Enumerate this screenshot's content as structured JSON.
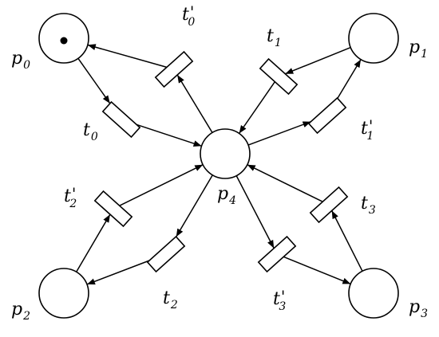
{
  "diagram": {
    "type": "petri-net",
    "places": [
      {
        "id": "p0",
        "base": "p",
        "sub": "0",
        "tokens": 1
      },
      {
        "id": "p1",
        "base": "p",
        "sub": "1",
        "tokens": 0
      },
      {
        "id": "p2",
        "base": "p",
        "sub": "2",
        "tokens": 0
      },
      {
        "id": "p3",
        "base": "p",
        "sub": "3",
        "tokens": 0
      },
      {
        "id": "p4",
        "base": "p",
        "sub": "4",
        "tokens": 0
      }
    ],
    "transitions": [
      {
        "id": "t0",
        "base": "t",
        "sub": "0",
        "prime": ""
      },
      {
        "id": "t0p",
        "base": "t",
        "sub": "0",
        "prime": "'"
      },
      {
        "id": "t1",
        "base": "t",
        "sub": "1",
        "prime": ""
      },
      {
        "id": "t1p",
        "base": "t",
        "sub": "1",
        "prime": "'"
      },
      {
        "id": "t2",
        "base": "t",
        "sub": "2",
        "prime": ""
      },
      {
        "id": "t2p",
        "base": "t",
        "sub": "2",
        "prime": "'"
      },
      {
        "id": "t3",
        "base": "t",
        "sub": "3",
        "prime": ""
      },
      {
        "id": "t3p",
        "base": "t",
        "sub": "3",
        "prime": "'"
      }
    ],
    "arcs": [
      {
        "from": "p0",
        "to": "t0"
      },
      {
        "from": "t0",
        "to": "p4"
      },
      {
        "from": "p4",
        "to": "t0p"
      },
      {
        "from": "t0p",
        "to": "p0"
      },
      {
        "from": "p1",
        "to": "t1"
      },
      {
        "from": "t1",
        "to": "p4"
      },
      {
        "from": "p4",
        "to": "t1p"
      },
      {
        "from": "t1p",
        "to": "p1"
      },
      {
        "from": "p2",
        "to": "t2"
      },
      {
        "from": "t2",
        "to": "p4"
      },
      {
        "from": "p4",
        "to": "t2p"
      },
      {
        "from": "t2p",
        "to": "p2"
      },
      {
        "from": "p3",
        "to": "t3"
      },
      {
        "from": "t3",
        "to": "p4"
      },
      {
        "from": "p4",
        "to": "t3p"
      },
      {
        "from": "t3p",
        "to": "p3"
      }
    ]
  }
}
